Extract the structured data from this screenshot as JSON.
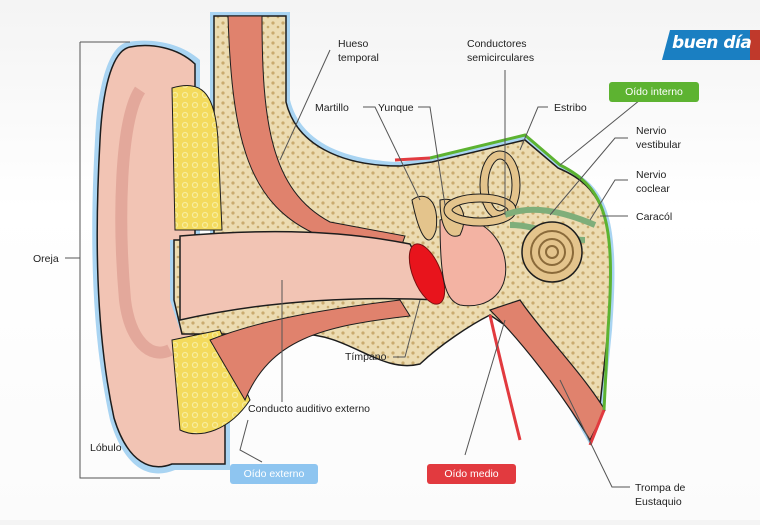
{
  "brand": {
    "logo_text": "buen día",
    "color": "#1a7fc2",
    "accent": "#c0392b"
  },
  "diagram": {
    "title": "Anatomía del oído",
    "sections": [
      {
        "label": "Oído externo",
        "color": "#8ec5f0"
      },
      {
        "label": "Oído medio",
        "color": "#e23a3f"
      },
      {
        "label": "Oído interno",
        "color": "#5db331"
      }
    ],
    "labels": {
      "hueso_temporal": "Hueso\ntemporal",
      "conductores": "Conductores\nsemicirculares",
      "martillo": "Martillo",
      "yunque": "Yunque",
      "estribo": "Estribo",
      "nervio_vestibular": "Nervio\nvestibular",
      "nervio_coclear": "Nervio\ncoclear",
      "caracol": "Caracól",
      "oreja": "Oreja",
      "timpano": "Tímpano",
      "conducto": "Conducto auditivo externo",
      "lobulo": "Lóbulo",
      "trompa": "Trompa de\nEustaquio"
    },
    "colors": {
      "skin": "#f2c4b4",
      "skin_dark": "#d9968a",
      "cartilage": "#f1d55a",
      "bone": "#ecdcb2",
      "muscle": "#e0826d",
      "eardrum": "#e8141c",
      "nerve": "#7fae7a",
      "outline": "#1d1d1d"
    }
  }
}
